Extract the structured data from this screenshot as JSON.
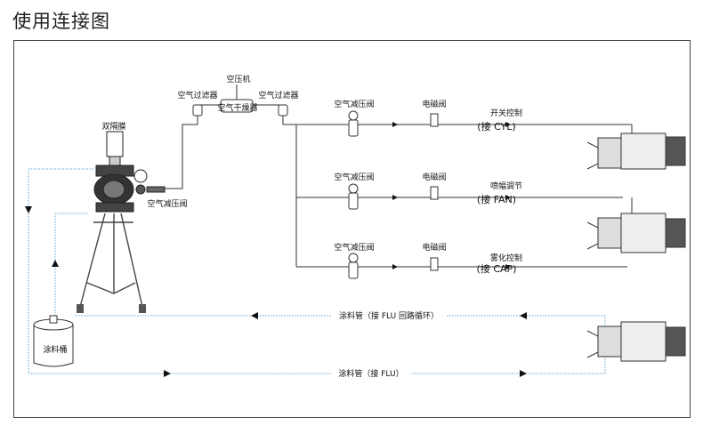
{
  "title": "使用连接图",
  "labels": {
    "compressor": "空压机",
    "air_filter_left": "空气过滤器",
    "air_filter_right": "空气过滤器",
    "air_dryer": "空气干燥器",
    "diaphragm": "双隔膜",
    "pump_regulator": "空气减压阀",
    "bucket": "涂料桶",
    "regulator_1": "空气减压阀",
    "regulator_2": "空气减压阀",
    "regulator_3": "空气减压阀",
    "solenoid_1": "电磁阀",
    "solenoid_2": "电磁阀",
    "solenoid_3": "电磁阀",
    "switch_ctrl": "开关控制",
    "switch_port": "(接  CYL)",
    "fan_ctrl": "喷幅调节",
    "fan_port": "(接  FAN)",
    "atom_ctrl": "雾化控制",
    "atom_port": "(接  CAP)",
    "return_line": "涂料管（接  FLU 回路循环）",
    "supply_line": "涂料管（接  FLU）"
  },
  "colors": {
    "fluid_line": "#5aa6d6",
    "air_line": "#333333",
    "arrow": "#111111"
  }
}
